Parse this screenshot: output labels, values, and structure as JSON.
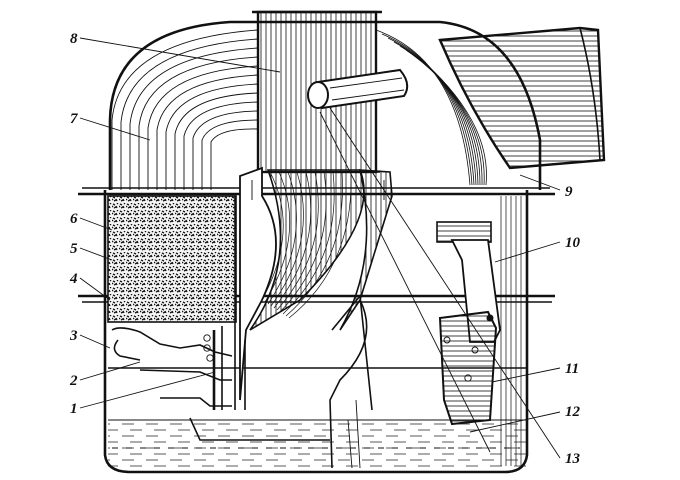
{
  "labels": [
    {
      "id": "l1",
      "text": "1"
    },
    {
      "id": "l2",
      "text": "2"
    },
    {
      "id": "l3",
      "text": "3"
    },
    {
      "id": "l4",
      "text": "4"
    },
    {
      "id": "l5",
      "text": "5"
    },
    {
      "id": "l6",
      "text": "6"
    },
    {
      "id": "l7",
      "text": "7"
    },
    {
      "id": "l8",
      "text": "8"
    },
    {
      "id": "l9",
      "text": "9"
    },
    {
      "id": "l10",
      "text": "10"
    },
    {
      "id": "l11",
      "text": "11"
    },
    {
      "id": "l12",
      "text": "12"
    },
    {
      "id": "l13",
      "text": "13"
    }
  ]
}
